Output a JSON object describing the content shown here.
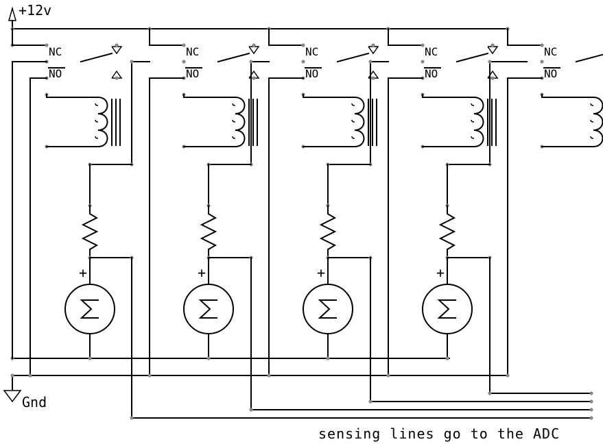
{
  "labels": {
    "supply": "+12v",
    "ground": "Gnd",
    "nc": "NC",
    "no": "NO",
    "plus": "+",
    "caption": "sensing lines go to the ADC"
  },
  "relay_count": 5,
  "sensor_count": 4
}
